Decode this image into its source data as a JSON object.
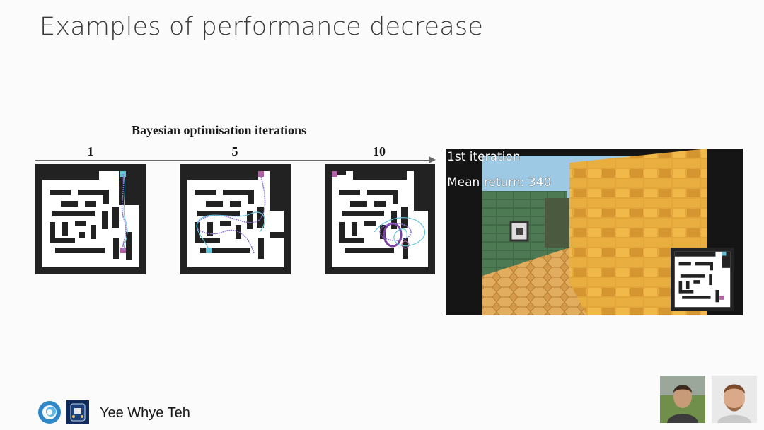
{
  "slide": {
    "title": "Examples of performance decrease"
  },
  "axis": {
    "title": "Bayesian optimisation iterations",
    "ticks": [
      "1",
      "5",
      "10"
    ]
  },
  "game": {
    "iteration_text": "1st iteration",
    "return_text": "Mean return: 340"
  },
  "footer": {
    "author": "Yee Whye Teh"
  },
  "colors": {
    "goal_pink": "#b35fa6",
    "start_cyan": "#62c3d8",
    "wall": "#222222"
  }
}
